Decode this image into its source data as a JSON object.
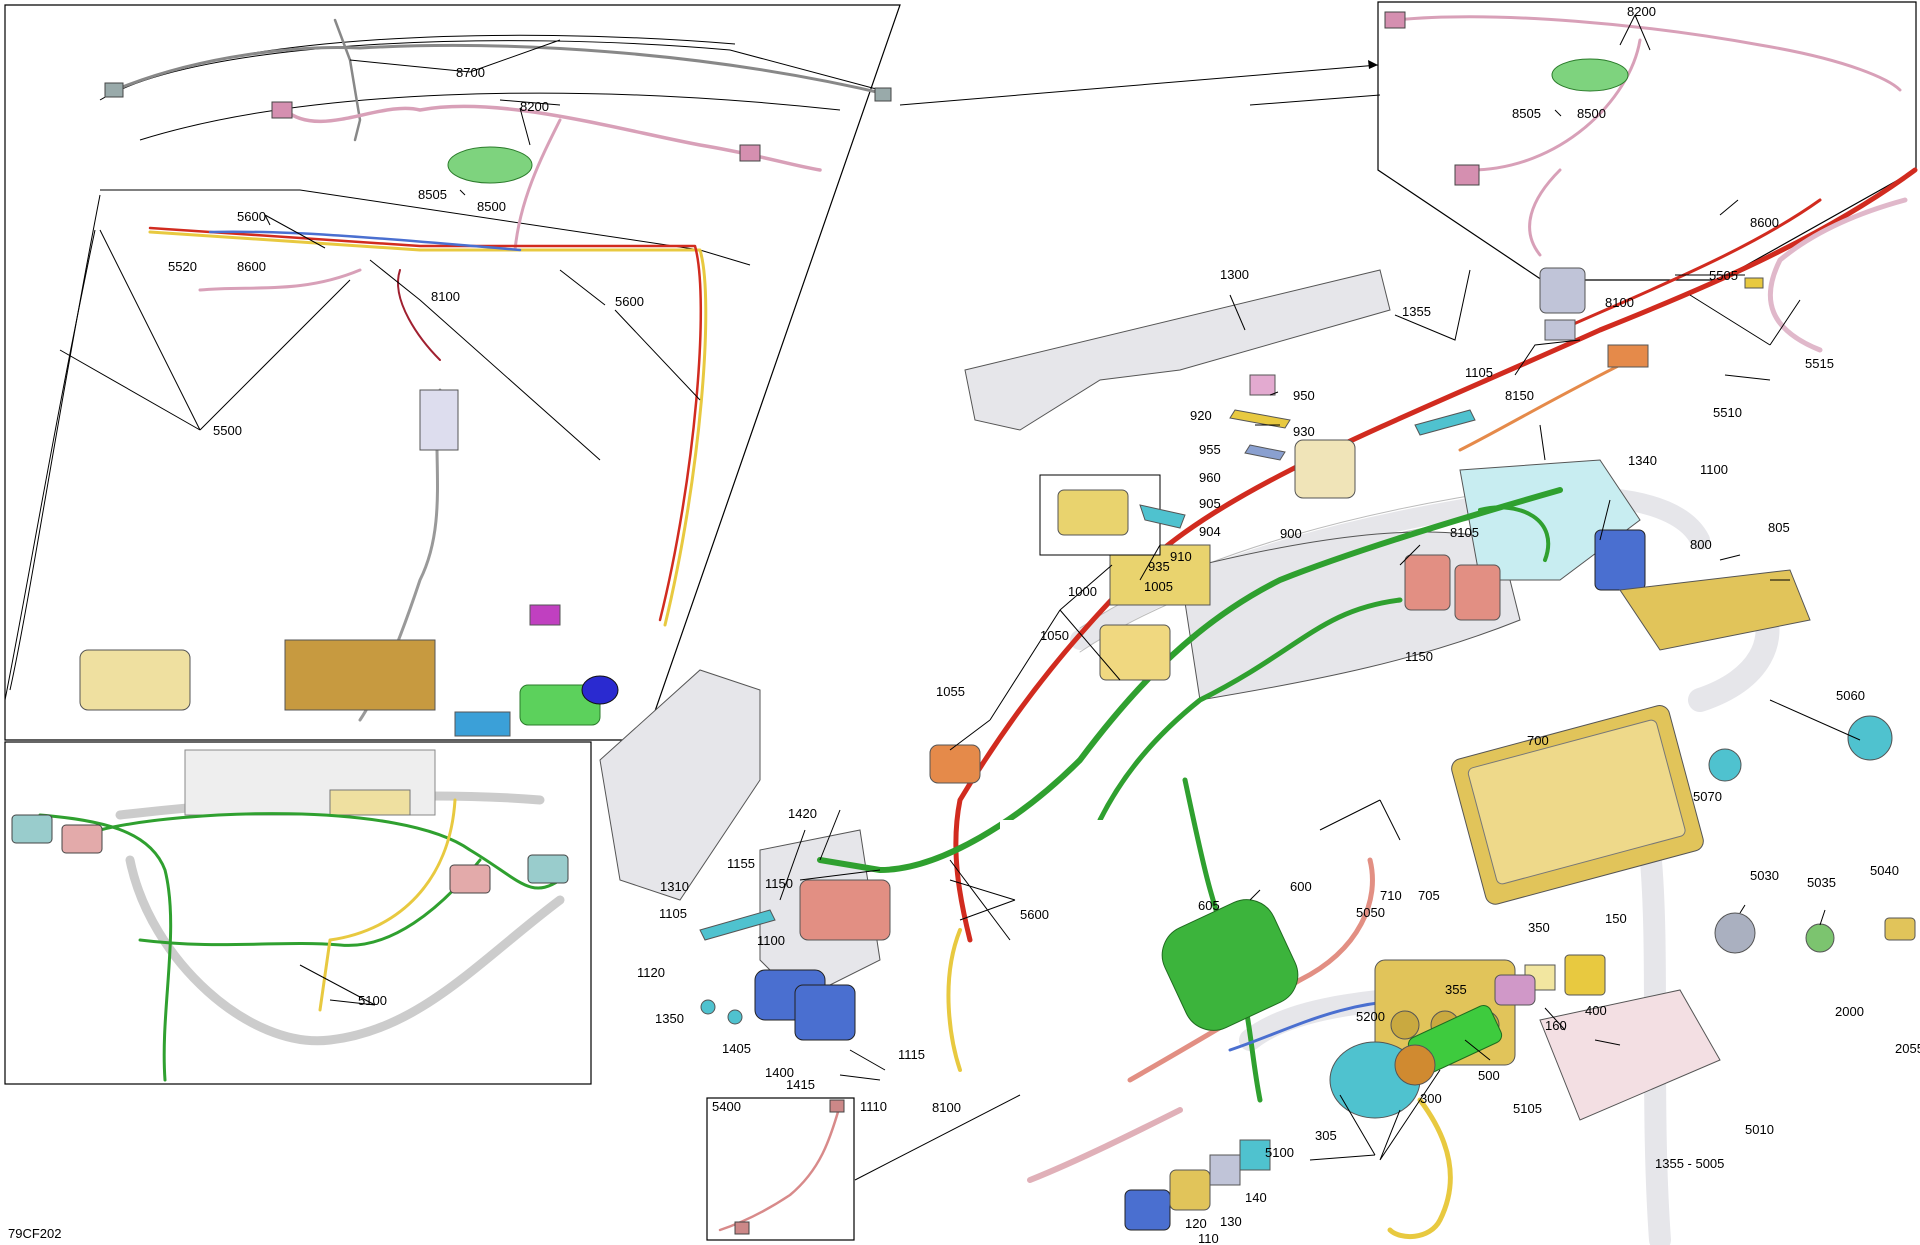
{
  "diagram_id": "79CF202",
  "inset_label": "5400",
  "colors": {
    "red_harness": "#d12b1f",
    "green_harness": "#2fa02f",
    "yellow_harness": "#e8c940",
    "pink_harness": "#d8a0b8",
    "blue_part": "#4a6fd0",
    "cyan_part": "#4fc2cf",
    "gold_part": "#e1c45a",
    "salmon_part": "#e28f83",
    "orange_part": "#e58a4a",
    "gray_body": "#e6e6ea"
  },
  "callouts": [
    {
      "id": "c8700",
      "text": "8700"
    },
    {
      "id": "c8200a",
      "text": "8200"
    },
    {
      "id": "c8505a",
      "text": "8505"
    },
    {
      "id": "c8500a",
      "text": "8500"
    },
    {
      "id": "c5600a",
      "text": "5600"
    },
    {
      "id": "c5520",
      "text": "5520"
    },
    {
      "id": "c8600a",
      "text": "8600"
    },
    {
      "id": "c8100a",
      "text": "8100"
    },
    {
      "id": "c5600b",
      "text": "5600"
    },
    {
      "id": "c5500",
      "text": "5500"
    },
    {
      "id": "c5100a",
      "text": "5100"
    },
    {
      "id": "c8200b",
      "text": "8200"
    },
    {
      "id": "c8505b",
      "text": "8505"
    },
    {
      "id": "c8500b",
      "text": "8500"
    },
    {
      "id": "c8600b",
      "text": "8600"
    },
    {
      "id": "c5505",
      "text": "5505"
    },
    {
      "id": "c5515",
      "text": "5515"
    },
    {
      "id": "c5510",
      "text": "5510"
    },
    {
      "id": "c8100b",
      "text": "8100"
    },
    {
      "id": "c8150",
      "text": "8150"
    },
    {
      "id": "c1300",
      "text": "1300"
    },
    {
      "id": "c1355a",
      "text": "1355"
    },
    {
      "id": "c950",
      "text": "950"
    },
    {
      "id": "c920",
      "text": "920"
    },
    {
      "id": "c930",
      "text": "930"
    },
    {
      "id": "c955",
      "text": "955"
    },
    {
      "id": "c960",
      "text": "960"
    },
    {
      "id": "c905",
      "text": "905"
    },
    {
      "id": "c904",
      "text": "904"
    },
    {
      "id": "c900",
      "text": "900"
    },
    {
      "id": "c1105a",
      "text": "1105"
    },
    {
      "id": "c1340",
      "text": "1340"
    },
    {
      "id": "c1100a",
      "text": "1100"
    },
    {
      "id": "c8105",
      "text": "8105"
    },
    {
      "id": "c805",
      "text": "805"
    },
    {
      "id": "c800",
      "text": "800"
    },
    {
      "id": "c1150a",
      "text": "1150"
    },
    {
      "id": "c910",
      "text": "910"
    },
    {
      "id": "c935",
      "text": "935"
    },
    {
      "id": "c1005",
      "text": "1005"
    },
    {
      "id": "c1000",
      "text": "1000"
    },
    {
      "id": "c1050",
      "text": "1050"
    },
    {
      "id": "c1055",
      "text": "1055"
    },
    {
      "id": "c5060",
      "text": "5060"
    },
    {
      "id": "c700",
      "text": "700"
    },
    {
      "id": "c5070",
      "text": "5070"
    },
    {
      "id": "c1420",
      "text": "1420"
    },
    {
      "id": "c1155",
      "text": "1155"
    },
    {
      "id": "c1150b",
      "text": "1150"
    },
    {
      "id": "c1310",
      "text": "1310"
    },
    {
      "id": "c1105b",
      "text": "1105"
    },
    {
      "id": "c5600c",
      "text": "5600"
    },
    {
      "id": "c1100b",
      "text": "1100"
    },
    {
      "id": "c1120",
      "text": "1120"
    },
    {
      "id": "c1350",
      "text": "1350"
    },
    {
      "id": "c1405",
      "text": "1405"
    },
    {
      "id": "c1400",
      "text": "1400"
    },
    {
      "id": "c1115",
      "text": "1115"
    },
    {
      "id": "c1415",
      "text": "1415"
    },
    {
      "id": "c1110",
      "text": "1110"
    },
    {
      "id": "c8100c",
      "text": "8100"
    },
    {
      "id": "c600",
      "text": "600"
    },
    {
      "id": "c605",
      "text": "605"
    },
    {
      "id": "c710",
      "text": "710"
    },
    {
      "id": "c705",
      "text": "705"
    },
    {
      "id": "c5050",
      "text": "5050"
    },
    {
      "id": "c5030",
      "text": "5030"
    },
    {
      "id": "c5035",
      "text": "5035"
    },
    {
      "id": "c5040",
      "text": "5040"
    },
    {
      "id": "c150",
      "text": "150"
    },
    {
      "id": "c350",
      "text": "350"
    },
    {
      "id": "c355",
      "text": "355"
    },
    {
      "id": "c400",
      "text": "400"
    },
    {
      "id": "c160",
      "text": "160"
    },
    {
      "id": "c5200",
      "text": "5200"
    },
    {
      "id": "c500",
      "text": "500"
    },
    {
      "id": "c300",
      "text": "300"
    },
    {
      "id": "c5105",
      "text": "5105"
    },
    {
      "id": "c305",
      "text": "305"
    },
    {
      "id": "c5100b",
      "text": "5100"
    },
    {
      "id": "c2000",
      "text": "2000"
    },
    {
      "id": "c2055",
      "text": "2055"
    },
    {
      "id": "c5010",
      "text": "5010"
    },
    {
      "id": "c1355_5005",
      "text": "1355 - 5005"
    },
    {
      "id": "c140",
      "text": "140"
    },
    {
      "id": "c130",
      "text": "130"
    },
    {
      "id": "c120",
      "text": "120"
    },
    {
      "id": "c110",
      "text": "110"
    }
  ]
}
